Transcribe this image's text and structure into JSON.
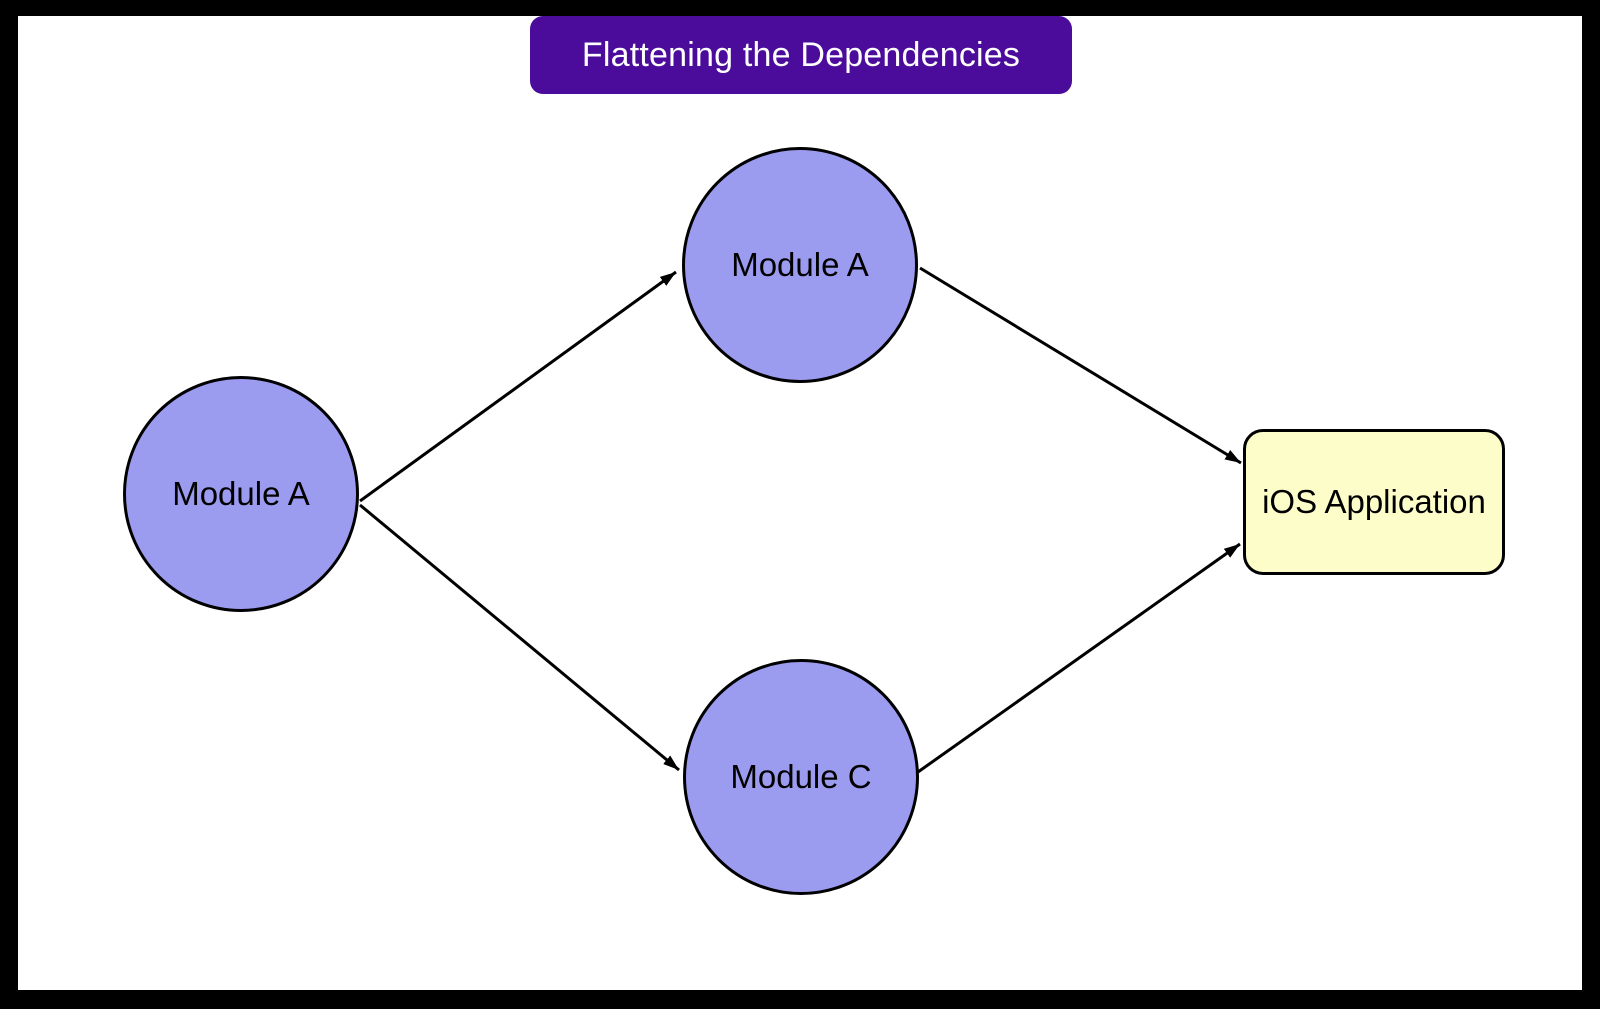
{
  "diagram": {
    "title": {
      "label": "Flattening the Dependencies",
      "background_color": "#4b0c9b",
      "text_color": "#ffffff"
    },
    "nodes": [
      {
        "id": "module-a-left",
        "label": "Module A",
        "shape": "circle",
        "fill_color": "#9b9bf0",
        "border_color": "#000000"
      },
      {
        "id": "module-a-top",
        "label": "Module A",
        "shape": "circle",
        "fill_color": "#9b9bf0",
        "border_color": "#000000"
      },
      {
        "id": "module-c",
        "label": "Module C",
        "shape": "circle",
        "fill_color": "#9b9bf0",
        "border_color": "#000000"
      },
      {
        "id": "ios-application",
        "label": "iOS Application",
        "shape": "rounded-rect",
        "fill_color": "#fdfdc9",
        "border_color": "#000000"
      }
    ],
    "edges": [
      {
        "from": "module-a-left",
        "to": "module-a-top",
        "style": "arrow"
      },
      {
        "from": "module-a-left",
        "to": "module-c",
        "style": "arrow"
      },
      {
        "from": "module-a-top",
        "to": "ios-application",
        "style": "arrow"
      },
      {
        "from": "module-c",
        "to": "ios-application",
        "style": "arrow"
      }
    ],
    "frame_color": "#000000",
    "canvas_color": "#ffffff",
    "edge_color": "#000000"
  }
}
